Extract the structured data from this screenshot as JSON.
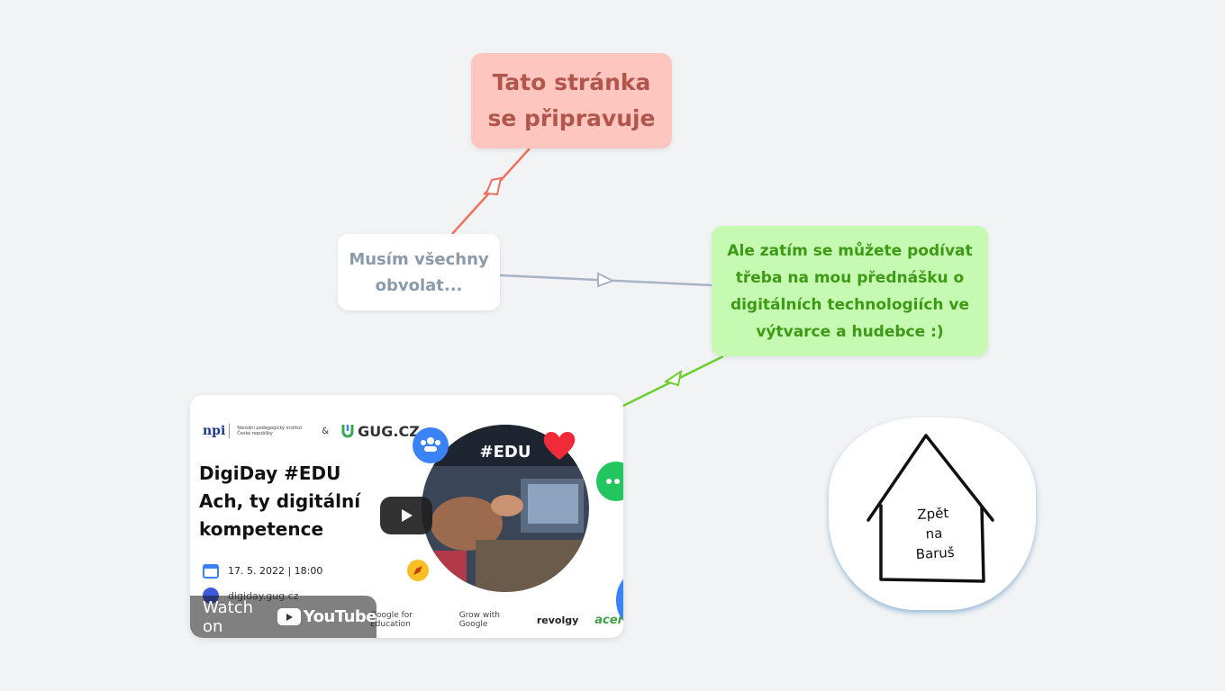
{
  "nodes": {
    "preparing": "Tato stránka\nse připravuje",
    "call_everyone": "Musím všechny\nobvolat...",
    "lecture": "Ale zatím se můžete podívat\ntřeba na mou přednášku o\ndigitálních technologiích ve\nvýtvarce a hudebce :)"
  },
  "video": {
    "org_mark": "npi",
    "org_text": "Národní pedagogický institut\nČeské republiky",
    "amp": "&",
    "partner": "GUG.CZ",
    "title": "DigiDay  #EDU\nAch, ty digitální\nkompetence",
    "photo_tag": "#EDU",
    "date": "17. 5. 2022 | 18:00",
    "website": "digiday.gug.cz",
    "sponsors": [
      "Google for Education",
      "Grow with Google",
      "revolgy",
      "acer"
    ],
    "watch_label": "Watch on",
    "youtube_label": "YouTube"
  },
  "home": {
    "label": "Zpět\nna\nBaruš"
  },
  "colors": {
    "background": "#f1f3f5",
    "red_link": "#f0705f",
    "gray_link": "#a7b4c8",
    "green_link": "#6fcf2f"
  }
}
